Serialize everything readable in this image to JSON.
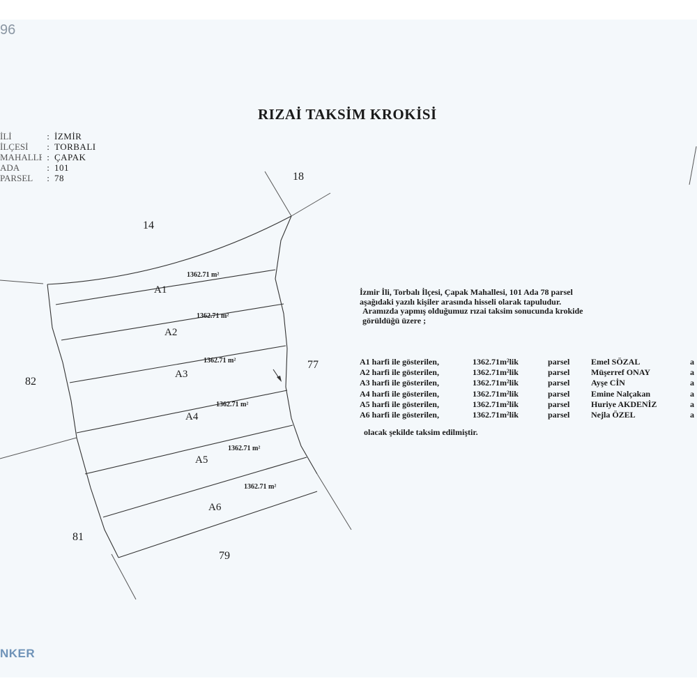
{
  "corner_number": "96",
  "watermark": "NKER",
  "title": "RIZAİ TAKSİM KROKİSİ",
  "info": [
    {
      "label": "İLİ",
      "value": "İZMİR"
    },
    {
      "label": "İLÇESİ",
      "value": "TORBALI"
    },
    {
      "label": "MAHALLESİ",
      "value": "ÇAPAK"
    },
    {
      "label": "ADA",
      "value": "101"
    },
    {
      "label": "PARSEL",
      "value": "78"
    }
  ],
  "neighbors": {
    "n18": "18",
    "n14": "14",
    "n82": "82",
    "n77": "77",
    "n81": "81",
    "n79": "79"
  },
  "lots": [
    {
      "id": "A1",
      "area": "1362.71 m²"
    },
    {
      "id": "A2",
      "area": "1362.71 m²"
    },
    {
      "id": "A3",
      "area": "1362.71 m²"
    },
    {
      "id": "A4",
      "area": "1362.71 m²"
    },
    {
      "id": "A5",
      "area": "1362.71 m²"
    },
    {
      "id": "A6",
      "area": "1362.71 m²"
    }
  ],
  "intro_lines": [
    "İzmir İli, Torbalı İlçesi, Çapak Mahallesi, 101 Ada 78 parsel",
    "aşağıdaki yazılı kişiler arasında hisseli olarak tapuludur.",
    "Aramızda yapmış olduğumuz rızai taksim sonucunda krokide",
    "görüldüğü üzere ;"
  ],
  "shares": [
    {
      "desc": "A1 harfi ile gösterilen,",
      "area": "1362.71m²lik",
      "type": "parsel",
      "owner": "Emel SÖZAL",
      "tail": "a"
    },
    {
      "desc": "A2 harfi ile gösterilen,",
      "area": "1362.71m²lik",
      "type": "parsel",
      "owner": "Müşerref ONAY",
      "tail": "a"
    },
    {
      "desc": "A3 harfi ile gösterilen,",
      "area": "1362.71m²lik",
      "type": "parsel",
      "owner": "Ayşe CİN",
      "tail": "a"
    },
    {
      "desc": "A4 harfi ile gösterilen,",
      "area": "1362.71m²lik",
      "type": "parsel",
      "owner": "Emine Nalçakan",
      "tail": "a"
    },
    {
      "desc": "A5 harfi ile gösterilen,",
      "area": "1362.71m²lik",
      "type": "parsel",
      "owner": "Huriye AKDENİZ",
      "tail": "a"
    },
    {
      "desc": "A6 harfi ile gösterilen,",
      "area": "1362.71m²lik",
      "type": "parsel",
      "owner": "Nejla ÖZEL",
      "tail": "a"
    }
  ],
  "closing": "olacak şekilde taksim edilmiştir."
}
